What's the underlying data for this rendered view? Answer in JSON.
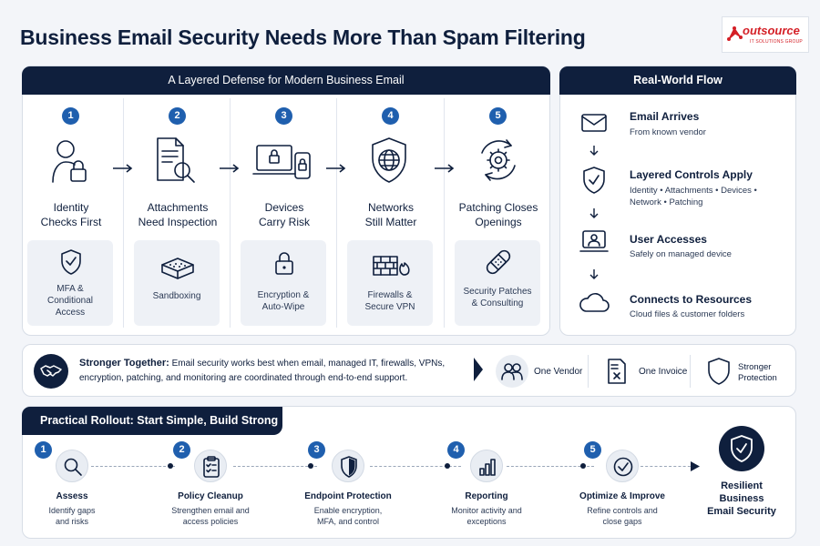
{
  "header": {
    "title": "Business Email Security Needs More Than Spam Filtering",
    "logo_main": "outsource",
    "logo_sub": "IT SOLUTIONS GROUP"
  },
  "layered": {
    "title": "A Layered Defense for Modern Business Email",
    "columns": [
      {
        "num": "1",
        "title": "Identity Checks First",
        "sub": "MFA & Conditional Access",
        "icon": "user-lock-icon"
      },
      {
        "num": "2",
        "title": "Attachments Need Inspection",
        "sub": "Sandboxing",
        "icon": "document-search-icon"
      },
      {
        "num": "3",
        "title": "Devices Carry Risk",
        "sub": "Encryption & Auto-Wipe",
        "icon": "laptop-phone-lock-icon"
      },
      {
        "num": "4",
        "title": "Networks Still Matter",
        "sub": "Firewalls & Secure VPN",
        "icon": "shield-globe-icon"
      },
      {
        "num": "5",
        "title": "Patching Closes Openings",
        "sub": "Security Patches & Consulting",
        "icon": "gear-refresh-icon"
      }
    ]
  },
  "flow": {
    "title": "Real-World Flow",
    "items": [
      {
        "title": "Email Arrives",
        "sub": "From known vendor",
        "icon": "envelope-icon"
      },
      {
        "title": "Layered Controls Apply",
        "sub": "Identity • Attachments • Devices • Network • Patching",
        "icon": "shield-check-icon"
      },
      {
        "title": "User Accesses",
        "sub": "Safely on managed device",
        "icon": "user-laptop-icon"
      },
      {
        "title": "Connects to Resources",
        "sub": "Cloud files & customer folders",
        "icon": "cloud-icon"
      }
    ]
  },
  "together": {
    "lead": "Stronger Together:",
    "text": "Email security works best when email, managed IT, firewalls, VPNs, encryption, patching, and monitoring are coordinated through end-to-end support.",
    "benefits": [
      "One Vendor",
      "One Invoice",
      "Stronger Protection"
    ]
  },
  "rollout": {
    "title": "Practical Rollout: Start Simple, Build Strong",
    "steps": [
      {
        "num": "1",
        "title": "Assess",
        "sub": "Identify gaps and risks",
        "icon": "magnifier-icon"
      },
      {
        "num": "2",
        "title": "Policy Cleanup",
        "sub": "Strengthen email and access policies",
        "icon": "clipboard-icon"
      },
      {
        "num": "3",
        "title": "Endpoint Protection",
        "sub": "Enable encryption, MFA, and control",
        "icon": "shield-icon"
      },
      {
        "num": "4",
        "title": "Reporting",
        "sub": "Monitor activity and exceptions",
        "icon": "bar-chart-icon"
      },
      {
        "num": "5",
        "title": "Optimize & Improve",
        "sub": "Refine controls and close gaps",
        "icon": "check-circle-icon"
      }
    ],
    "outcome": "Resilient Business Email Security"
  }
}
